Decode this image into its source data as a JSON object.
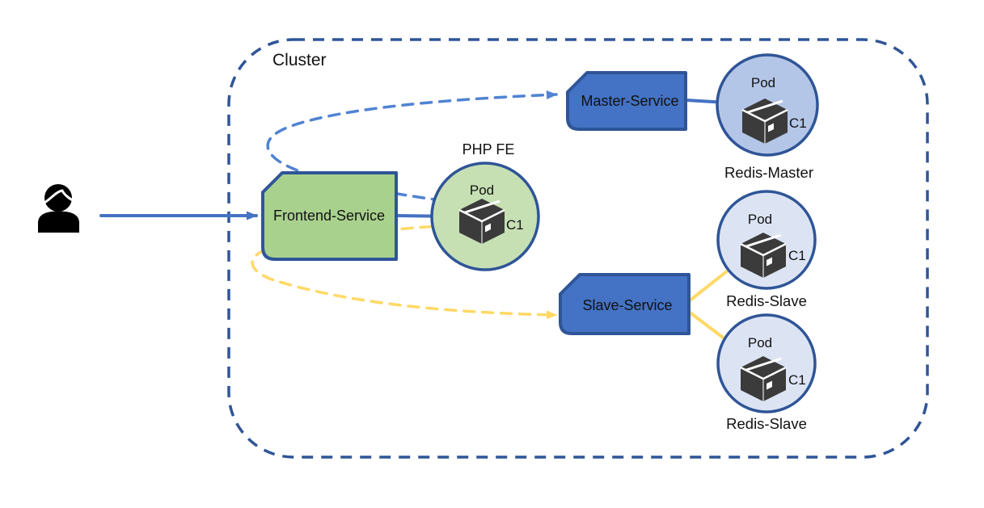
{
  "diagram": {
    "cluster_label": "Cluster",
    "colors": {
      "cluster_border": "#2F5597",
      "node_border": "#2F5597",
      "service_blue_fill": "#4472C4",
      "frontend_green_fill": "#A9D18E",
      "php_pod_fill": "#C6E0B4",
      "redis_master_fill": "#B4C6E7",
      "redis_slave_fill": "#DCE4F4",
      "arrow_blue": "#4472C4",
      "arrow_blue_dashed": "#5083D3",
      "arrow_yellow": "#FFD966",
      "container_icon_dark": "#3B3B3B",
      "user_icon_black": "#000000"
    },
    "nodes": {
      "frontend_service": {
        "label": "Frontend-Service"
      },
      "master_service": {
        "label": "Master-Service"
      },
      "slave_service": {
        "label": "Slave-Service"
      },
      "php_pod": {
        "title": "PHP FE",
        "pod_label": "Pod",
        "container_label": "C1"
      },
      "redis_master_pod": {
        "pod_label": "Pod",
        "container_label": "C1",
        "caption": "Redis-Master"
      },
      "redis_slave_pod_top": {
        "pod_label": "Pod",
        "container_label": "C1",
        "caption": "Redis-Slave"
      },
      "redis_slave_pod_bottom": {
        "pod_label": "Pod",
        "container_label": "C1",
        "caption": "Redis-Slave"
      }
    },
    "edges": [
      {
        "name": "user-to-frontend-service",
        "style": "solid",
        "color": "#4472C4"
      },
      {
        "name": "frontend-service-to-php-pod",
        "style": "solid",
        "color": "#4472C4"
      },
      {
        "name": "php-pod-to-master-service",
        "style": "dashed",
        "color": "#5083D3"
      },
      {
        "name": "php-pod-to-slave-service",
        "style": "dashed",
        "color": "#FFD966"
      },
      {
        "name": "master-service-to-redis-master",
        "style": "solid",
        "color": "#4472C4"
      },
      {
        "name": "slave-service-to-redis-slave-top",
        "style": "solid",
        "color": "#FFD966"
      },
      {
        "name": "slave-service-to-redis-slave-bottom",
        "style": "solid",
        "color": "#FFD966"
      }
    ]
  }
}
